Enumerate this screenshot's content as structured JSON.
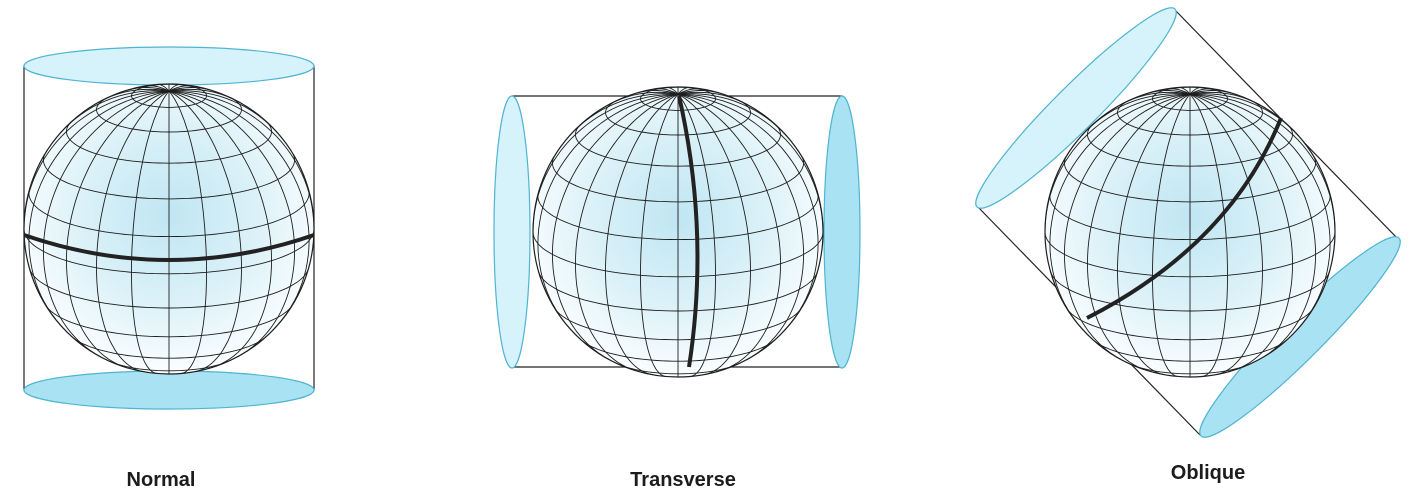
{
  "panels": [
    {
      "id": "normal",
      "caption": "Normal"
    },
    {
      "id": "transverse",
      "caption": "Transverse"
    },
    {
      "id": "oblique",
      "caption": "Oblique"
    }
  ],
  "colors": {
    "cylinder_face_light": "#d6f2fa",
    "cylinder_face_dark": "#a9e2f3",
    "globe_center": "#bfe6f3",
    "globe_edge": "#fbfeff",
    "graticule": "#1e1e1e",
    "highlight_line": "#222222",
    "caption_text": "#1c1c1c"
  }
}
